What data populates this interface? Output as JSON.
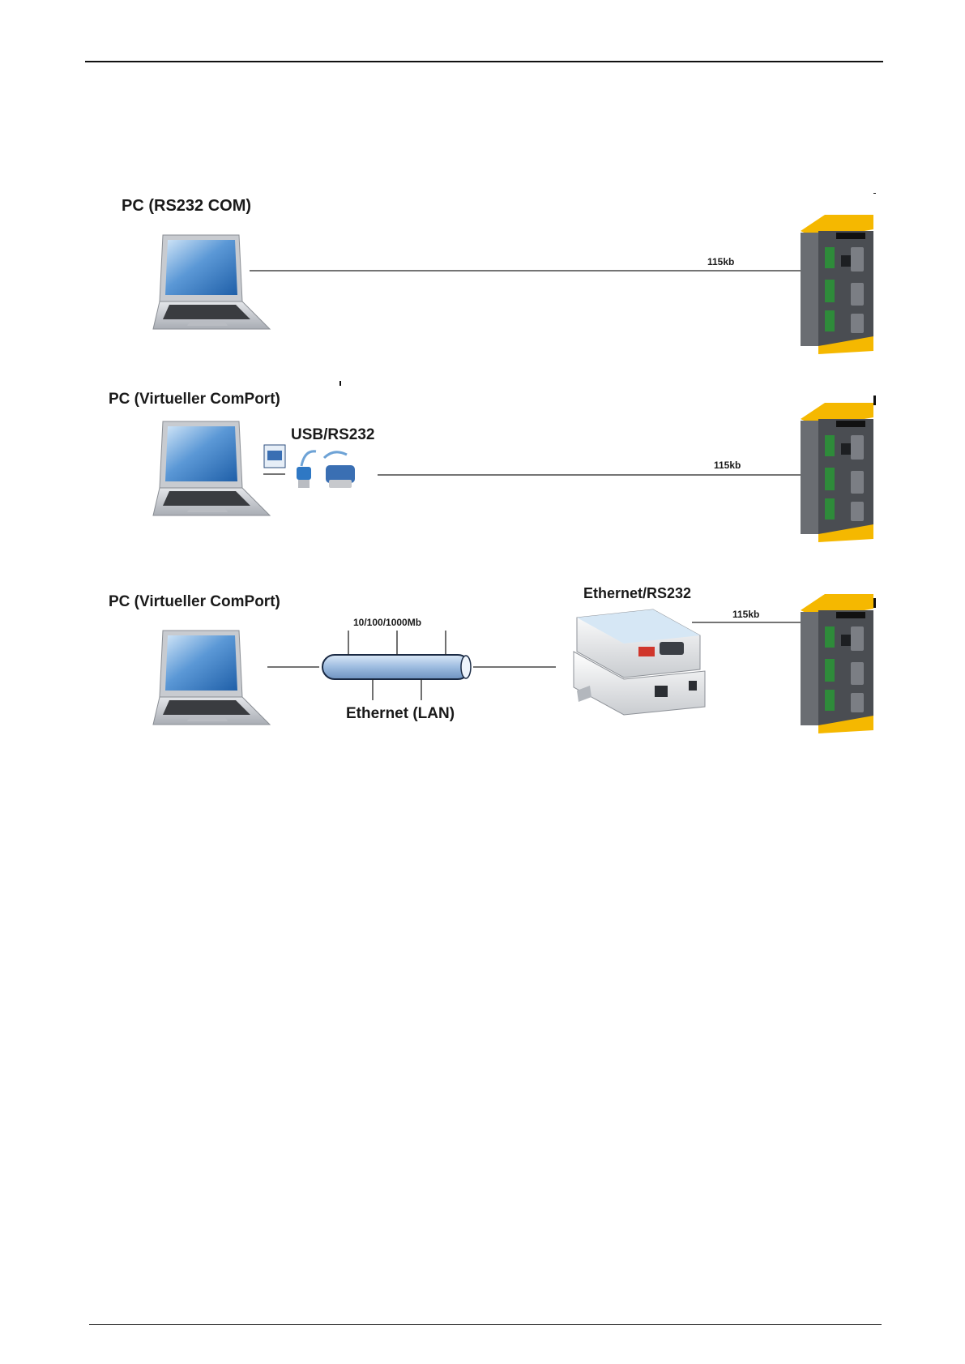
{
  "rows": [
    {
      "pc_label": "PC (RS232 COM)",
      "rate_label": "115kb"
    },
    {
      "pc_label": "PC (Virtueller ComPort)",
      "converter_label": "USB/RS232",
      "rate_label": "115kb"
    },
    {
      "pc_label": "PC (Virtueller ComPort)",
      "speed_label": "10/100/1000Mb",
      "network_label": "Ethernet (LAN)",
      "converter_label": "Ethernet/RS232",
      "rate_label": "115kb"
    }
  ],
  "colors": {
    "drive_yellow": "#f5b800",
    "drive_body": "#4a4d52",
    "laptop_screen": "#3f7fc2",
    "cable_blue": "#a9c6e8"
  },
  "icons": [
    "laptop-icon",
    "servo-drive-icon",
    "usb-serial-adapter-icon",
    "ethernet-serial-server-icon",
    "ethernet-cable-icon"
  ]
}
